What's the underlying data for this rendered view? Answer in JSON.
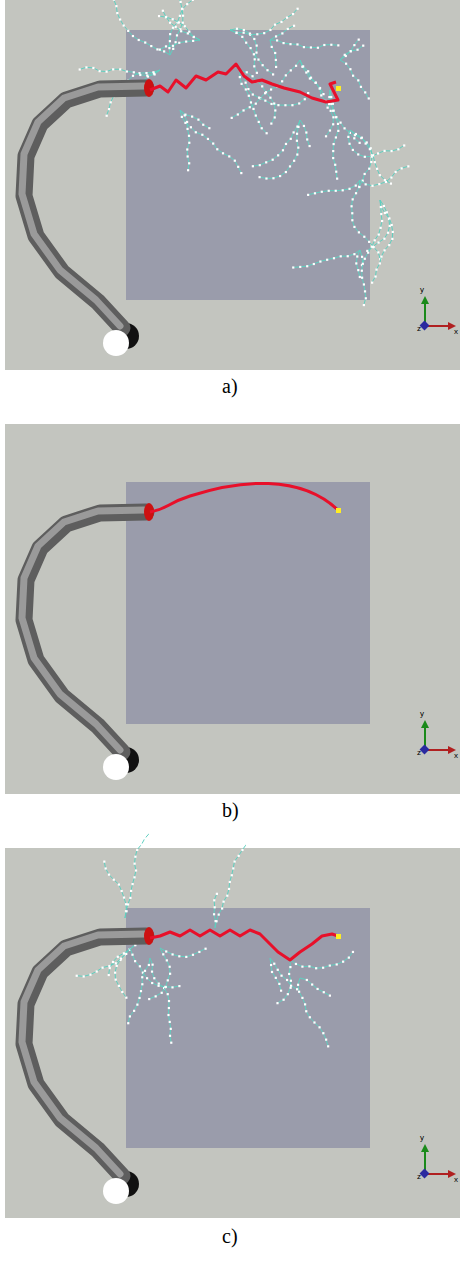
{
  "diagram": {
    "labels": [
      "y",
      "z",
      "x",
      "a)",
      "y",
      "z",
      "x",
      "b)",
      "y",
      "z",
      "x",
      "c)"
    ]
  }
}
